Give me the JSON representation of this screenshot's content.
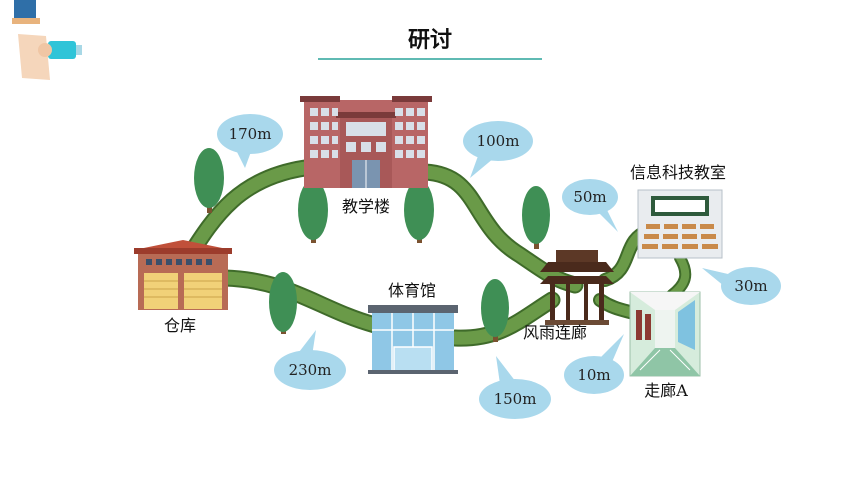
{
  "title": "研讨",
  "colors": {
    "path": "#5e8f3e",
    "path_edge": "#3f6b2a",
    "bubble": "#a9d8ec",
    "tree": "#3f8f55",
    "trunk": "#7a5230",
    "underline": "#2aa39a"
  },
  "places": {
    "teaching_building": "教学楼",
    "warehouse": "仓库",
    "gym": "体育馆",
    "corridor_pavilion": "风雨连廊",
    "it_classroom": "信息科技教室",
    "corridor_a": "走廊A"
  },
  "distances": {
    "warehouse_to_teaching": "170m",
    "teaching_to_pavilion": "100m",
    "pavilion_to_classroom": "50m",
    "classroom_to_corridor": "30m",
    "warehouse_to_gym": "230m",
    "gym_to_pavilion": "150m",
    "pavilion_to_corridor": "10m"
  }
}
